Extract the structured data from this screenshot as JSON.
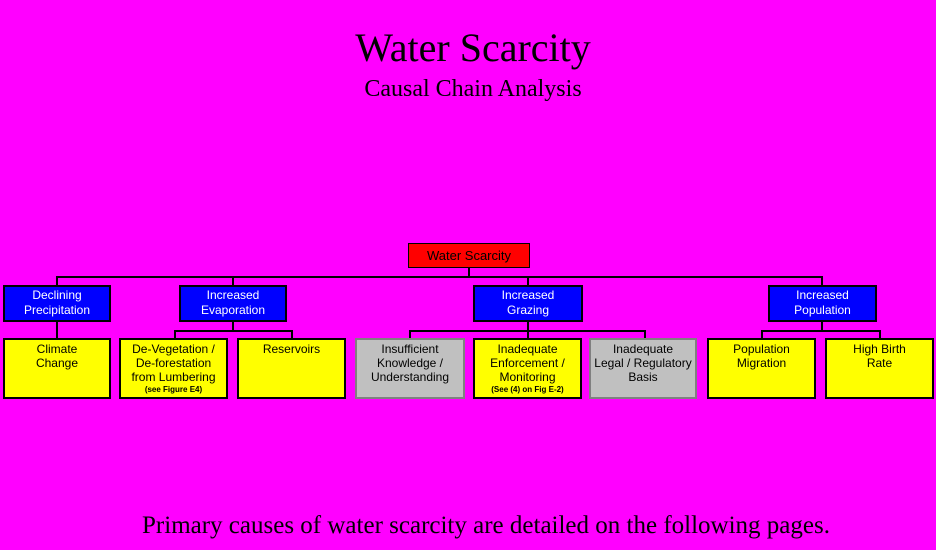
{
  "header": {
    "title": "Water Scarcity",
    "subtitle": "Causal Chain Analysis"
  },
  "diagram": {
    "root": {
      "label": "Water Scarcity"
    },
    "level2": [
      {
        "id": "declining-precipitation",
        "lines": [
          "Declining",
          "Precipitation"
        ]
      },
      {
        "id": "increased-evaporation",
        "lines": [
          "Increased",
          "Evaporation"
        ]
      },
      {
        "id": "increased-grazing",
        "lines": [
          "Increased",
          "Grazing"
        ]
      },
      {
        "id": "increased-population",
        "lines": [
          "Increased",
          "Population"
        ]
      }
    ],
    "level3": [
      {
        "id": "climate-change",
        "style": "yellow",
        "lines": [
          "Climate",
          "Change"
        ],
        "footnote": ""
      },
      {
        "id": "de-vegetation",
        "style": "yellow",
        "lines": [
          "De-Vegetation /",
          "De-forestation",
          "from Lumbering"
        ],
        "footnote": "(see Figure E4)"
      },
      {
        "id": "reservoirs",
        "style": "yellow",
        "lines": [
          "Reservoirs"
        ],
        "footnote": ""
      },
      {
        "id": "insufficient-knowledge",
        "style": "gray",
        "lines": [
          "Insufficient",
          "Knowledge /",
          "Understanding"
        ],
        "footnote": ""
      },
      {
        "id": "inadequate-enforcement",
        "style": "yellow",
        "lines": [
          "Inadequate",
          "Enforcement /",
          "Monitoring"
        ],
        "footnote": "(See (4) on Fig E-2)"
      },
      {
        "id": "inadequate-legal",
        "style": "gray",
        "lines": [
          "Inadequate",
          "Legal / Regulatory",
          "Basis"
        ],
        "footnote": ""
      },
      {
        "id": "population-migration",
        "style": "yellow",
        "lines": [
          "Population",
          "Migration"
        ],
        "footnote": ""
      },
      {
        "id": "high-birth-rate",
        "style": "yellow",
        "lines": [
          "High Birth",
          "Rate"
        ],
        "footnote": ""
      }
    ]
  },
  "footer": {
    "caption": "Primary causes of water scarcity are detailed on the following pages."
  },
  "colors": {
    "background": "#FF00FF",
    "root_box": "#FF0000",
    "level2_box": "#0000FF",
    "level2_text": "#FFFFFF",
    "level3_primary_box": "#FFFF00",
    "level3_secondary_box": "#C0C0C0",
    "connector_line": "#000000",
    "text": "#000000"
  }
}
